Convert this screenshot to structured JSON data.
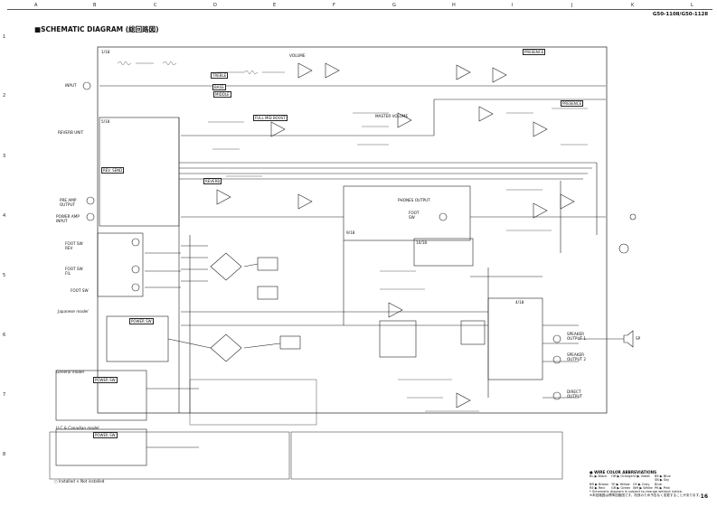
{
  "header": {
    "title": "■SCHEMATIC DIAGRAM (総回路図)",
    "model": "G50-110Ⅱ/G50-112Ⅱ",
    "grid_columns": [
      "A",
      "B",
      "C",
      "D",
      "E",
      "F",
      "G",
      "H",
      "I",
      "J",
      "K",
      "L"
    ],
    "grid_rows": [
      "1",
      "2",
      "3",
      "4",
      "5",
      "6",
      "7",
      "8"
    ]
  },
  "labels": {
    "input": "INPUT",
    "treble": "TREBLE",
    "bass": "BASS",
    "middle": "MIDDLE",
    "volume": "VOLUME",
    "full_mid_boost": "FULL MID BOOST",
    "master_volume": "MASTER VOLUME",
    "presence1": "PRESENCE",
    "presence2": "PRESENCE",
    "reverb_unit": "REVERB UNIT",
    "reverb": "REVERB",
    "reverb_send": "REV. SEND",
    "pre_amp_output": "PRE AMP OUTPUT",
    "power_amp_input": "POWER AMP INPUT",
    "phones_output": "PHONES OUTPUT",
    "foot_sw": "FOOT SW",
    "foot_sw_rev": "FOOT SW REV",
    "foot_sw_fil": "FOOT SW FIL",
    "foot_sw2": "FOOT SW",
    "japanese_model": "Japanese model",
    "general_model": "General model",
    "uc_model": "U.C & Canadian model",
    "power_sw": "POWER SW",
    "speaker_out1": "SPEAKER OUTPUT 1",
    "speaker_out2": "SPEAKER OUTPUT 2",
    "direct_output": "DIRECT OUTPUT",
    "sp": "SP",
    "board_118": "1/18",
    "board_518": "5/18",
    "board_918": "9/18",
    "board_1018": "10/18",
    "board_418": "4/18"
  },
  "legend": {
    "heading": "● WIRE COLOR ABBREVIATIONS",
    "rows": [
      [
        "BL ▶ Black",
        "OR ▶ Orange",
        "VI ▶ Violet",
        "BE ▶ Blue"
      ],
      [
        "BR ▶ Brown",
        "YE ▶ Yellow",
        "GY ▶ Gray",
        "SB ▶ Sky Blue"
      ],
      [
        "RE ▶ Red",
        "GR ▶ Green",
        "WH ▶ White",
        "PK ▶ Pink"
      ]
    ],
    "note1": "* Schematic diagram is subject to change without notice.",
    "note2": "※本回路図は標準回路図です。改良のため予告なく変更することがあります。"
  },
  "tables": {
    "voltage_left": [
      "",
      ""
    ],
    "sel_label": "○ Installed   × Not installed"
  },
  "page_number": "16"
}
